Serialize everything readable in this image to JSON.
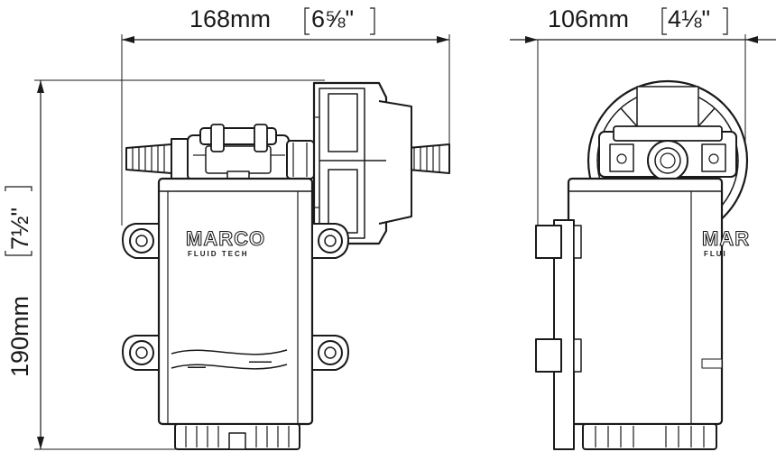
{
  "dimensions": {
    "width_front": {
      "value": "168mm",
      "fraction": "6⅝\""
    },
    "width_side": {
      "value": "106mm",
      "fraction": "4⅛\""
    },
    "height": {
      "value": "190mm",
      "fraction": "7½\""
    }
  },
  "branding": {
    "logo_main": "MARCO",
    "logo_sub": "FLUID TECH",
    "side_logo_main": "MAR",
    "side_logo_sub": "FLUI"
  },
  "colors": {
    "line": "#1a1a1a",
    "background": "#ffffff"
  }
}
